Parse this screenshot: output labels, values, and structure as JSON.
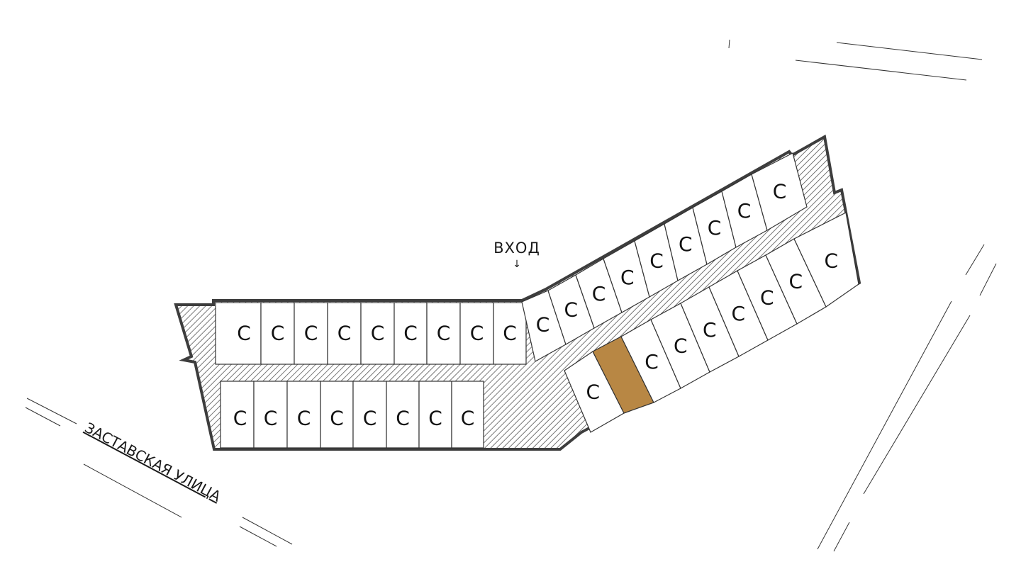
{
  "entrance": {
    "label": "ВХОД",
    "arrow": "↓"
  },
  "street": {
    "label": "ЗАСТАВСКАЯ УЛИЦА"
  },
  "unit_letter": "С",
  "colors": {
    "outline": "#3d3d3d",
    "hatch": "#555555",
    "unit_fill": "#ffffff",
    "highlight": "#b88744"
  },
  "units": {
    "west_upper_row": [
      "С",
      "С",
      "С",
      "С",
      "С",
      "С",
      "С",
      "С",
      "С"
    ],
    "west_lower_row": [
      "С",
      "С",
      "С",
      "С",
      "С",
      "С",
      "С",
      "С"
    ],
    "east_upper_row": [
      "С",
      "С",
      "С",
      "С",
      "С",
      "С",
      "С",
      "С",
      "С"
    ],
    "east_lower_row": [
      "С",
      "",
      "С",
      "С",
      "С",
      "С",
      "С",
      "С",
      "С"
    ]
  },
  "highlighted_unit": {
    "row": "east_lower_row",
    "index": 1,
    "state": "selected"
  }
}
